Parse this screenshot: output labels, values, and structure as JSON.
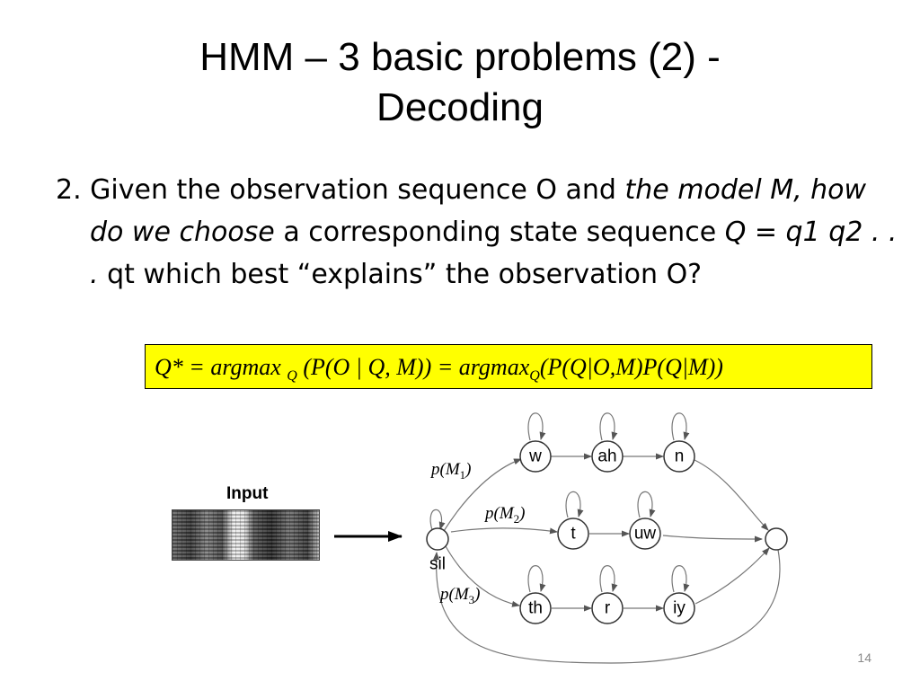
{
  "slide": {
    "title_line1": "HMM – 3 basic problems (2) -",
    "title_line2": "Decoding",
    "page_number": "14"
  },
  "bullet": {
    "number": "2.",
    "part1": "Given the observation sequence O and",
    "part2_italic": "the model M, how do we choose",
    "part3": "a corresponding state sequence",
    "part4_italic": "Q = q1 q2 . . .",
    "part5": "qt which best “explains” the observation O?"
  },
  "formula": {
    "lhs": "Q* = argmax",
    "sub1": "Q",
    "mid": "(P(O | Q, M)) = argmax",
    "sub2": "Q",
    "rhs": "(P(Q|O,M)P(Q|M))",
    "highlight_color": "#ffff00"
  },
  "diagram": {
    "input_label": "Input",
    "start_label": "sil",
    "words": [
      {
        "prob": "p(M",
        "sub": "1",
        "close": ")",
        "phones": [
          "w",
          "ah",
          "n"
        ]
      },
      {
        "prob": "p(M",
        "sub": "2",
        "close": ")",
        "phones": [
          "t",
          "uw"
        ]
      },
      {
        "prob": "p(M",
        "sub": "3",
        "close": ")",
        "phones": [
          "th",
          "r",
          "iy"
        ]
      }
    ]
  }
}
